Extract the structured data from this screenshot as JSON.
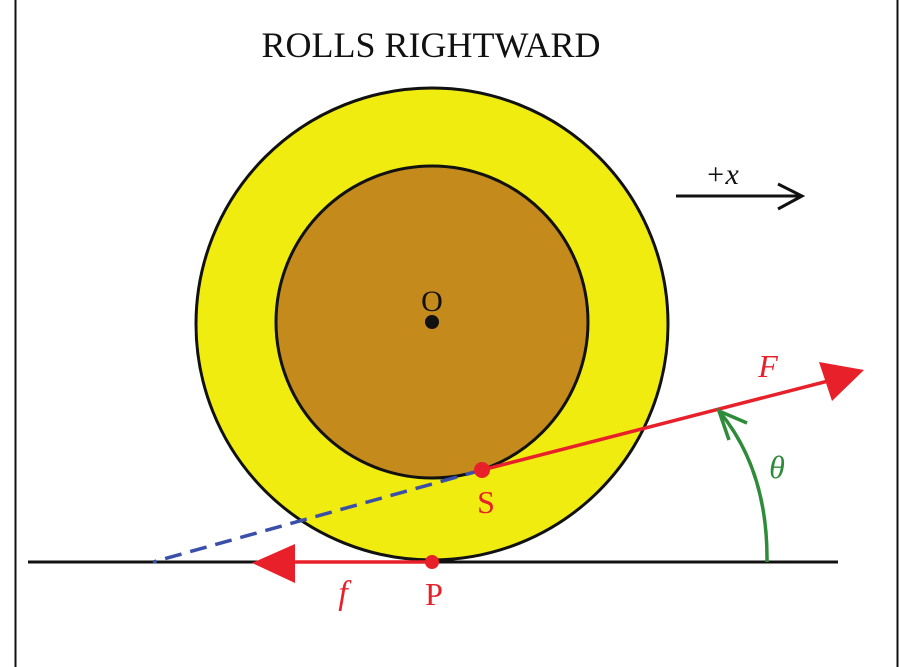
{
  "title": "ROLLS RIGHTWARD",
  "direction_label": "+x",
  "labels": {
    "center": "O",
    "point_s": "S",
    "point_p": "P",
    "force_applied": "F",
    "force_friction": "f",
    "angle": "θ"
  },
  "colors": {
    "outer_disk": "#f0ec10",
    "inner_disk": "#c48a1c",
    "force": "#e8202a",
    "angle_arc": "#2e8b3a",
    "extension_line": "#3a4fa8",
    "ink": "#111111"
  }
}
